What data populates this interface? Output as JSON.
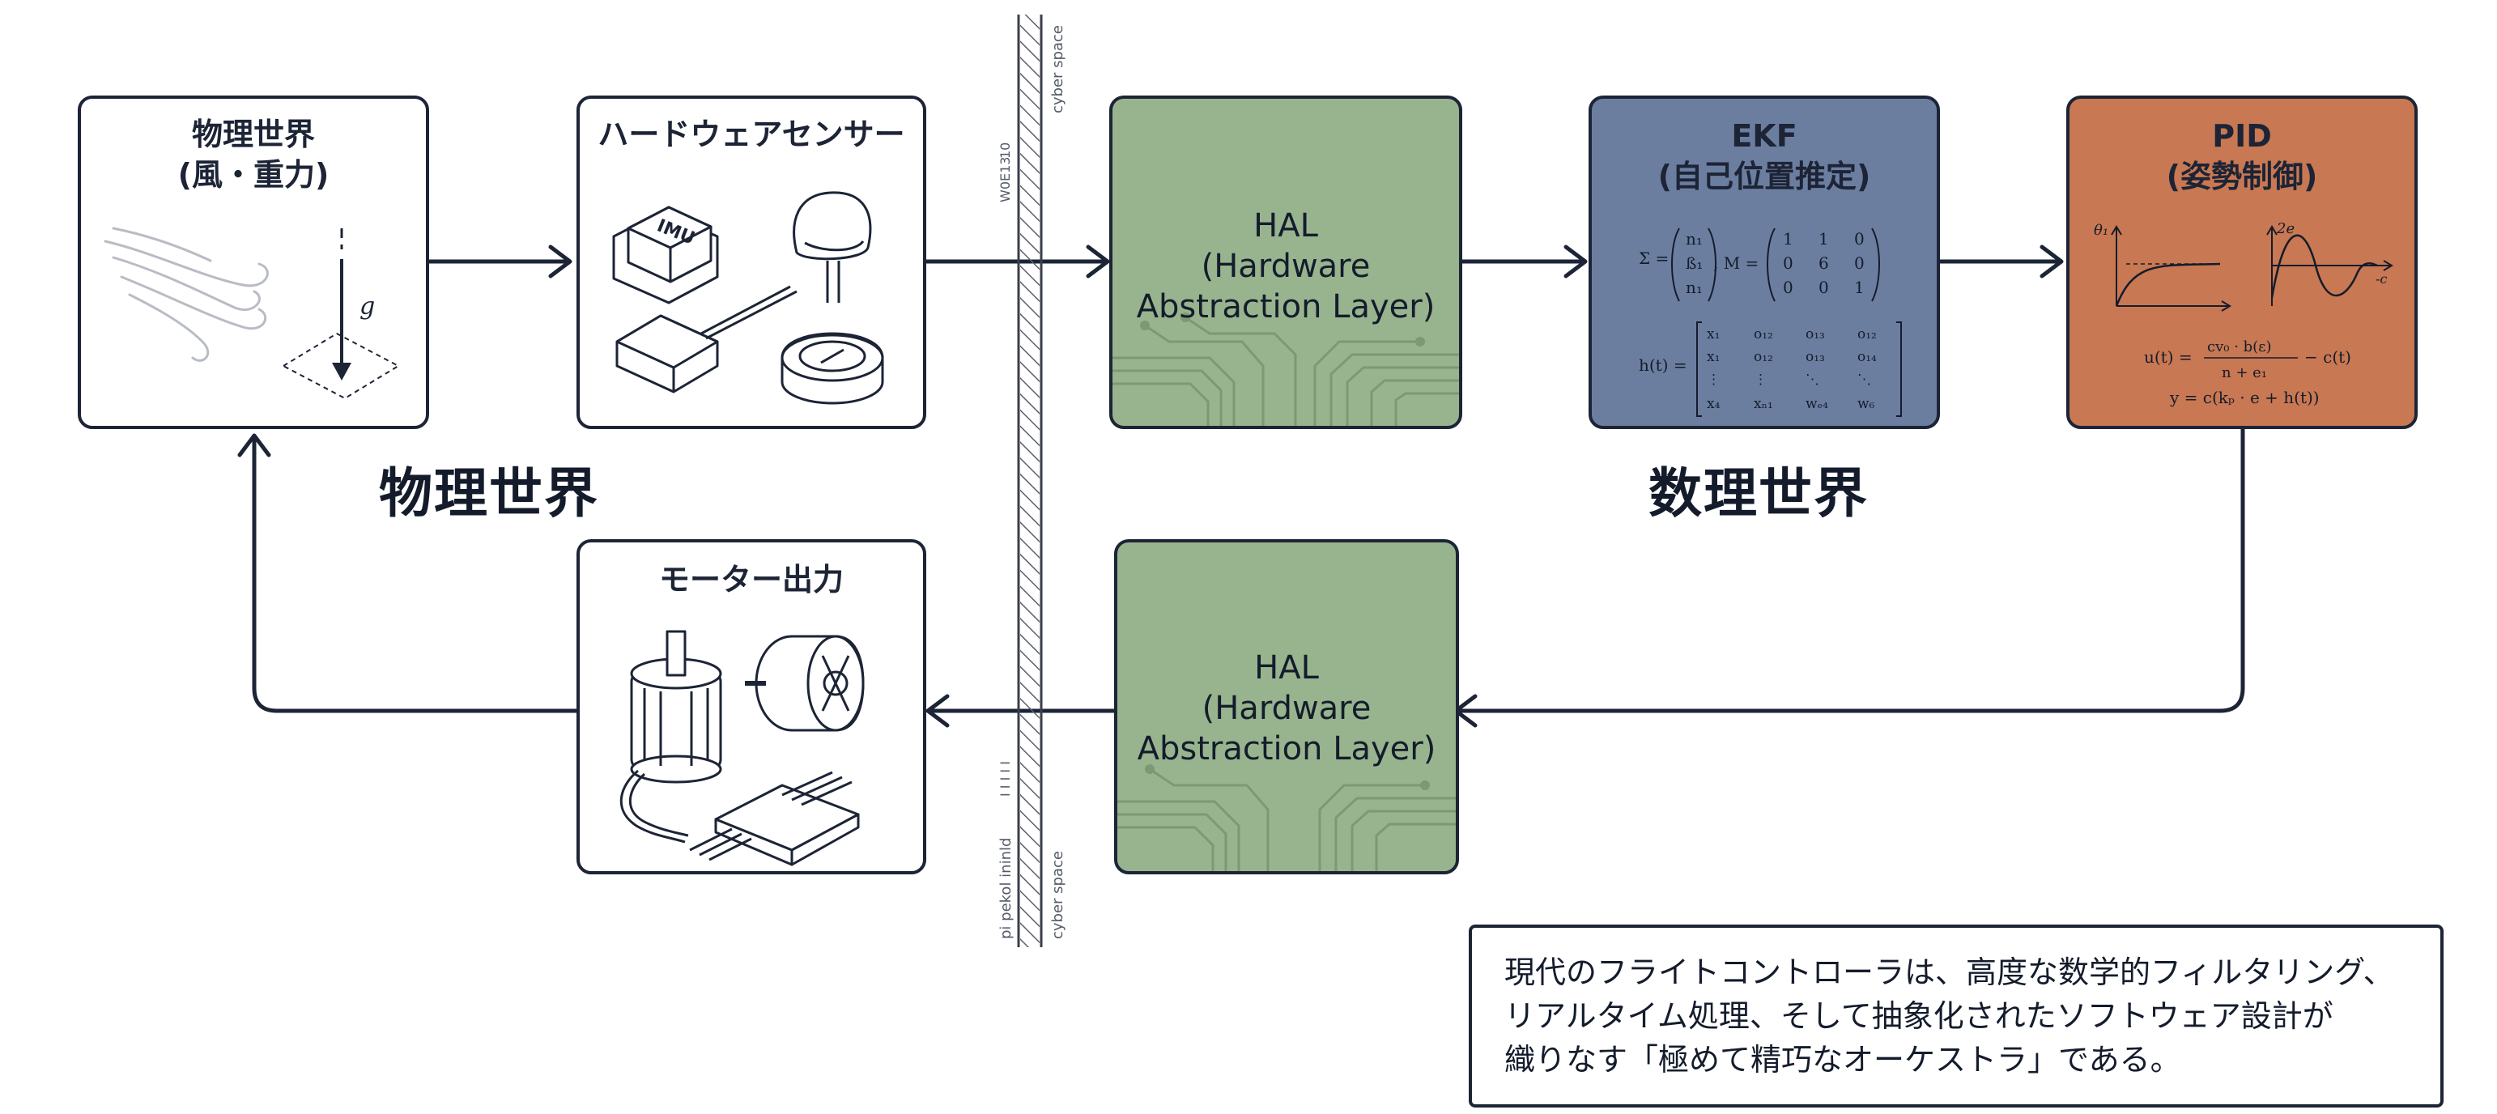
{
  "boxes": {
    "physical_world": {
      "line1": "物理世界",
      "line2": "(風・重力)",
      "gravity_symbol": "g"
    },
    "sensors": {
      "title": "ハードウェアセンサー",
      "imu_label": "IMU"
    },
    "hal_top": {
      "line1": "HAL",
      "line2": "(Hardware",
      "line3": "Abstraction Layer)"
    },
    "ekf": {
      "line1": "EKF",
      "line2": "(自己位置推定)"
    },
    "pid": {
      "line1": "PID",
      "line2": "(姿勢制御)"
    },
    "motor": {
      "title": "モーター出力"
    },
    "hal_bottom": {
      "line1": "HAL",
      "line2": "(Hardware",
      "line3": "Abstraction Layer)"
    }
  },
  "ekf_math": {
    "sigma_lhs": "Σ =",
    "sigma_vec": [
      "n₁",
      "ß₁",
      "n₁"
    ],
    "m_lhs": ", M =",
    "m_rows": [
      [
        "1",
        "1",
        "0"
      ],
      [
        "0",
        "6",
        "0"
      ],
      [
        "0",
        "0",
        "1"
      ]
    ],
    "h_lhs": "h(t) =",
    "h_rows": [
      [
        "x₁",
        "o₁₂",
        "o₁₃",
        "o₁₂"
      ],
      [
        "x₁",
        "o₁₂",
        "o₁₃",
        "o₁₄"
      ],
      [
        "⋮",
        "⋮",
        "⋱",
        "⋱"
      ],
      [
        "x₄",
        "xₙ₁",
        "wₑ₄",
        "w₆"
      ]
    ]
  },
  "pid_math": {
    "graph1_label": "θ₁",
    "graph2_label": "2e",
    "graph2_axis": "-c",
    "eq1_lhs": "u(t) =",
    "eq1_num": "cv₀ · b(ε)",
    "eq1_den": "n + e₁",
    "eq1_tail": "− c(t)",
    "eq2": "y = c(kₚ · e + h(t))"
  },
  "world_labels": {
    "physical": "物理世界",
    "math": "数理世界"
  },
  "divider_labels": {
    "top_right": "cyber space",
    "bottom_right": "cyber space",
    "bottom_left": "pi pekol ininld",
    "top_left_a": "10",
    "top_left_b": "W0E13",
    "bottom_left_b": "I I I I I"
  },
  "caption": {
    "line1": "現代のフライトコントローラは、高度な数学的フィルタリング、",
    "line2": "リアルタイム処理、そして抽象化されたソフトウェア設計が",
    "line3": "織りなす「極めて精巧なオーケストラ」である。"
  }
}
